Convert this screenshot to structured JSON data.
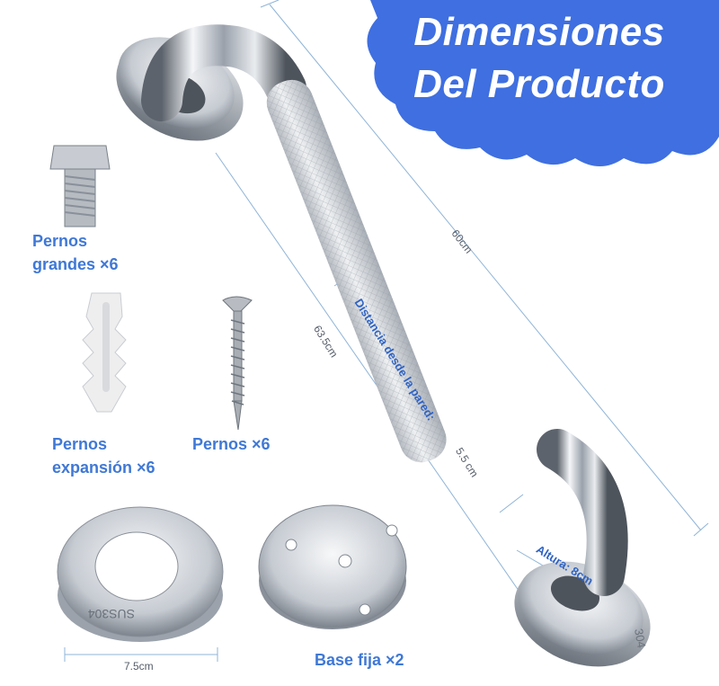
{
  "header": {
    "line1": "Dimensiones",
    "line2": "Del Producto"
  },
  "parts": {
    "big_bolts": {
      "line1": "Pernos",
      "line2": "grandes ×6"
    },
    "expansion": {
      "line1": "Pernos",
      "line2": "expansión ×6"
    },
    "screws": {
      "label": "Pernos ×6"
    },
    "base": {
      "label": "Base fija ×2"
    }
  },
  "dimensions": {
    "length": "60cm",
    "total": "63.5cm",
    "wall_label": "Distancia desde la pared:",
    "wall_value": "5.5 cm",
    "height": "Altura: 8cm",
    "diameter": "7.5cm"
  },
  "engraving": {
    "text": "SUS304",
    "text_small": "304"
  },
  "colors": {
    "label_blue": "#3f78d6",
    "cloud_blue": "#3f6fe0",
    "chrome": "#c9ced6"
  }
}
